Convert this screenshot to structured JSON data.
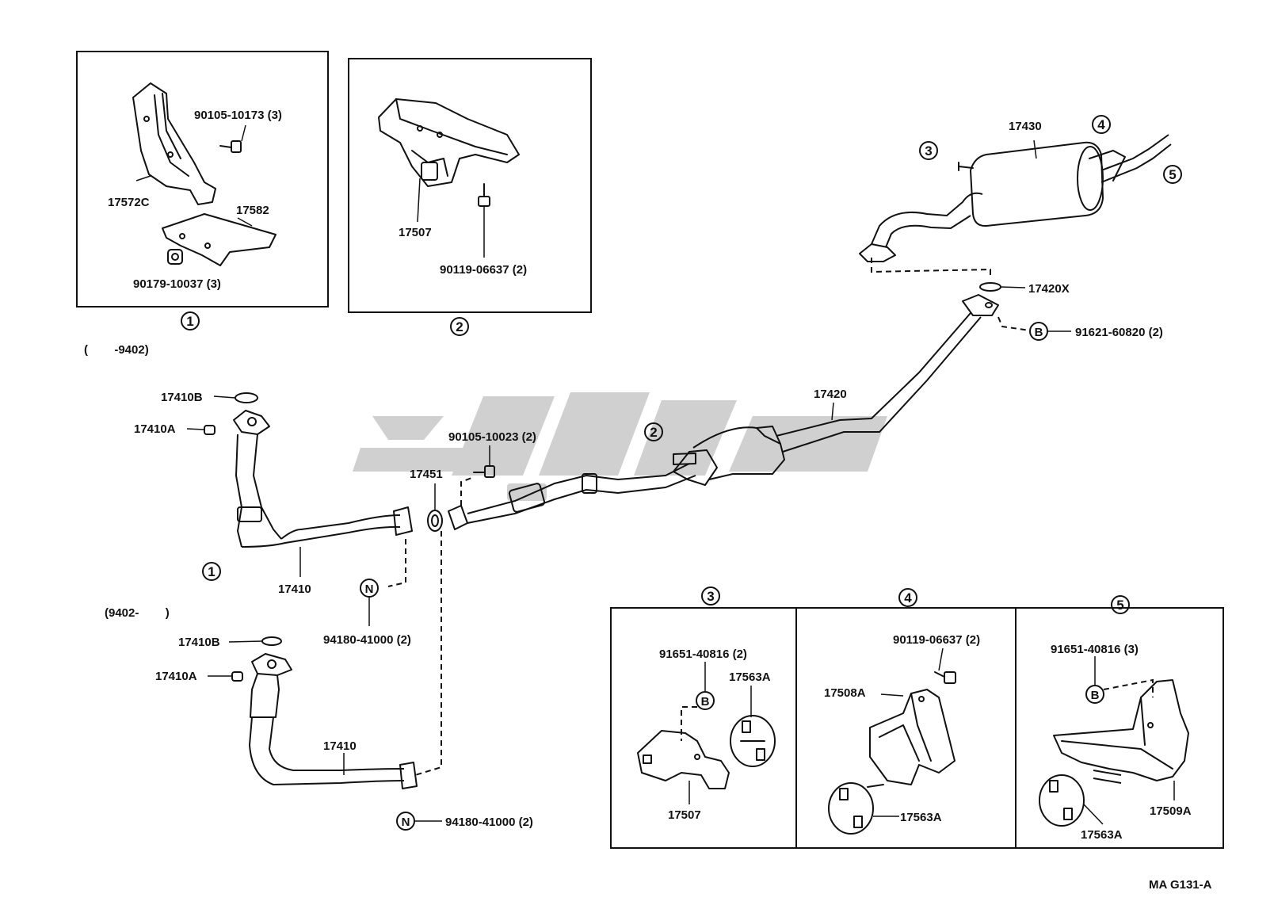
{
  "insets": {
    "inset1": {
      "callout": "1",
      "labels": [
        "90105-10173 (3)",
        "17572C",
        "17582",
        "90179-10037 (3)"
      ]
    },
    "inset2": {
      "callout": "2",
      "labels": [
        "17507",
        "90119-06637 (2)"
      ]
    },
    "inset3": {
      "callout": "3",
      "labels": [
        "91651-40816 (2)",
        "17563A",
        "17507"
      ],
      "symbol": "B"
    },
    "inset4": {
      "callout": "4",
      "labels": [
        "90119-06637 (2)",
        "17508A",
        "17563A"
      ]
    },
    "inset5": {
      "callout": "5",
      "labels": [
        "91651-40816 (3)",
        "17563A",
        "17509A"
      ],
      "symbol": "B"
    }
  },
  "main": {
    "range_before": "(        -9402)",
    "range_after": "(9402-        )",
    "labels": {
      "gasket_upper_b": "17410B",
      "nut_upper_a": "17410A",
      "pipe_upper": "17410",
      "gasket_lower_b": "17410B",
      "nut_lower_a": "17410A",
      "pipe_lower": "17410",
      "ring": "17451",
      "bolt_center": "90105-10023 (2)",
      "center_pipe": "17420",
      "muffler": "17430",
      "gasket_rear": "17420X",
      "bolt_rear": "91621-60820 (2)",
      "spring_nut_upper": "94180-41000 (2)",
      "spring_nut_lower": "94180-41000 (2)"
    },
    "callouts": {
      "front_pipe": "1",
      "center_support": "2",
      "muffler_front": "3",
      "muffler_mid": "4",
      "tail": "5"
    },
    "symbols": {
      "n": "N",
      "b": "B"
    }
  },
  "diagram_code": "MA G131-A",
  "watermark_color": "#c8c8c8"
}
